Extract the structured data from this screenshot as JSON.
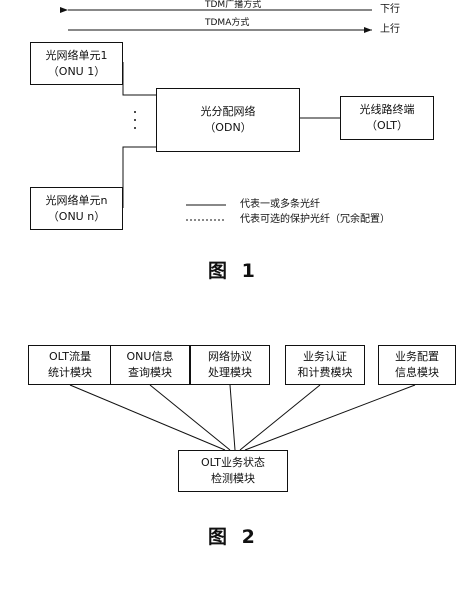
{
  "fig1": {
    "downstream_label": "TDM广播方式",
    "downstream_direction": "下行",
    "upstream_label": "TDMA方式",
    "upstream_direction": "上行",
    "onu1": {
      "name": "光网络单元1",
      "code": "（ONU 1）"
    },
    "onun": {
      "name": "光网络单元n",
      "code": "（ONU n）"
    },
    "odn": {
      "name": "光分配网络",
      "code": "（ODN）"
    },
    "olt": {
      "name": "光线路终端",
      "code": "（OLT）"
    },
    "legend_solid": "代表一或多条光纤",
    "legend_dashed": "代表可选的保护光纤（冗余配置）",
    "caption": "图 1"
  },
  "fig2": {
    "modules": [
      {
        "line1": "OLT流量",
        "line2": "统计模块"
      },
      {
        "line1": "ONU信息",
        "line2": "查询模块"
      },
      {
        "line1": "网络协议",
        "line2": "处理模块"
      },
      {
        "line1": "业务认证",
        "line2": "和计费模块"
      },
      {
        "line1": "业务配置",
        "line2": "信息模块"
      }
    ],
    "center": {
      "line1": "OLT业务状态",
      "line2": "检测模块"
    },
    "caption": "图 2"
  }
}
